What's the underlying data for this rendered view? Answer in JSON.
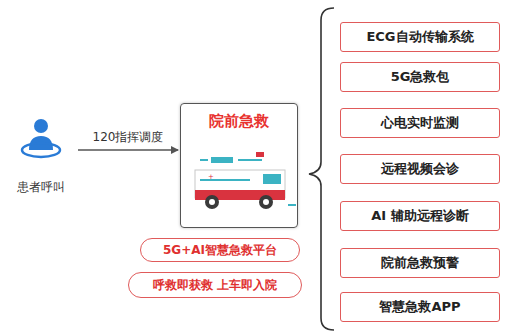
{
  "diagram": {
    "nodes": [
      {
        "text": [
          "患者呼叫"
        ]
      },
      {
        "text": [
          "院前急救"
        ]
      },
      {
        "text": [
          "5G+AI智慧急救平台"
        ]
      },
      {
        "text": [
          "呼救即获救 上车即入院"
        ]
      },
      {
        "text": [
          "ECG自动传输系统"
        ]
      },
      {
        "text": [
          "5G急救包"
        ]
      },
      {
        "text": [
          "心电实时监测"
        ]
      },
      {
        "text": [
          "远程视频会诊"
        ]
      },
      {
        "text": [
          "AI 辅助远程诊断"
        ]
      },
      {
        "text": [
          "院前急救预警"
        ]
      },
      {
        "text": [
          "智慧急救APP"
        ]
      }
    ],
    "edges": [
      {
        "from": 0,
        "to": 1,
        "label": "120指挥调度",
        "arrow": "to"
      }
    ]
  }
}
